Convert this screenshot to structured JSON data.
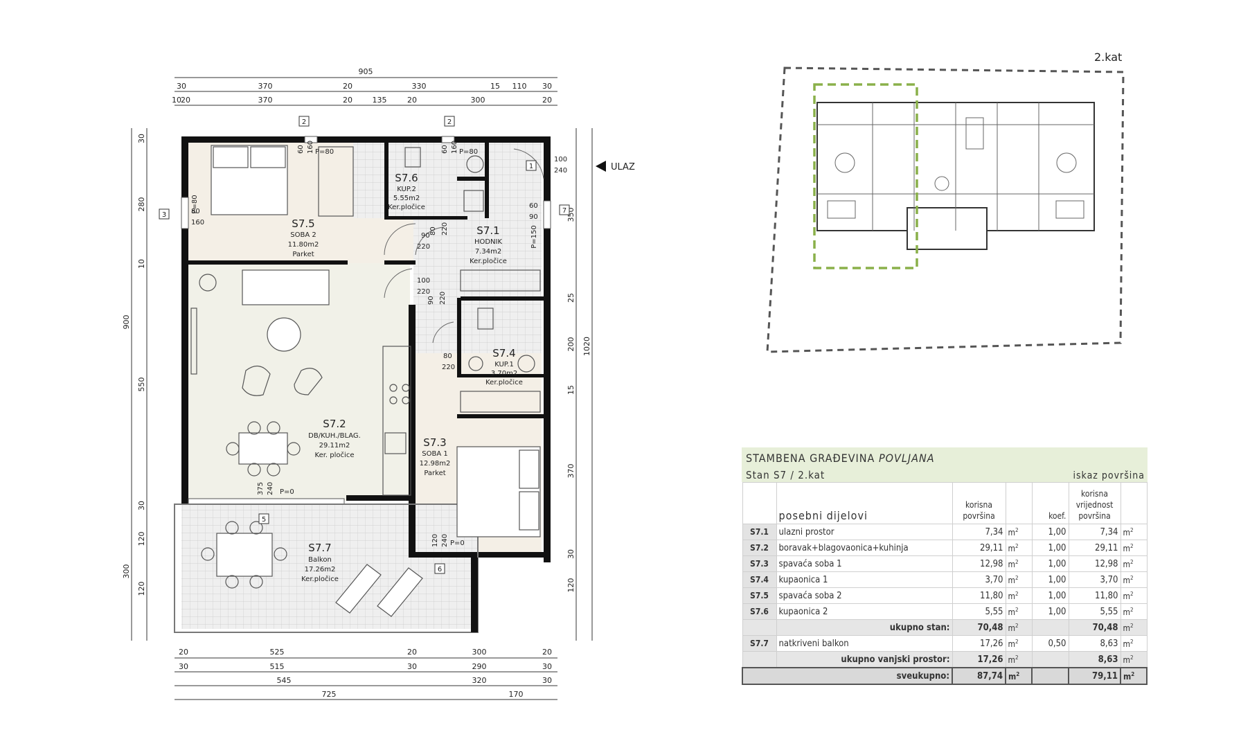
{
  "keyplan": {
    "floor_label": "2.kat"
  },
  "plan": {
    "entrance_label": "ULAZ",
    "rooms": [
      {
        "id": "S7.1",
        "name": "HODNIK",
        "area": "7.34m2",
        "finish": "Ker.pločice"
      },
      {
        "id": "S7.2",
        "name": "DB/KUH./BLAG.",
        "area": "29.11m2",
        "finish": "Ker. pločice"
      },
      {
        "id": "S7.3",
        "name": "SOBA 1",
        "area": "12.98m2",
        "finish": "Parket"
      },
      {
        "id": "S7.4",
        "name": "KUP.1",
        "area": "3.70m2",
        "finish": "Ker.pločice"
      },
      {
        "id": "S7.5",
        "name": "SOBA 2",
        "area": "11.80m2",
        "finish": "Parket"
      },
      {
        "id": "S7.6",
        "name": "KUP.2",
        "area": "5.55m2",
        "finish": "Ker.pločice"
      },
      {
        "id": "S7.7",
        "name": "Balkon",
        "area": "17.26m2",
        "finish": "Ker.pločice"
      }
    ],
    "window_tags": [
      "2",
      "2",
      "3",
      "7",
      "5",
      "6",
      "1"
    ],
    "openings": [
      {
        "w": "60",
        "h": "160",
        "p": "P=80"
      },
      {
        "w": "60",
        "h": "160",
        "p": "P=80"
      },
      {
        "w": "80",
        "h": "160",
        "p": "P=80"
      },
      {
        "w": "60",
        "h": "90",
        "p": "P=150"
      },
      {
        "w": "375",
        "h": "240",
        "p": "P=0"
      },
      {
        "w": "120",
        "h": "240",
        "p": "P=0"
      },
      {
        "w": "100",
        "h": "240",
        "p": ""
      }
    ],
    "door_dims": [
      {
        "w": "90",
        "h": "220"
      },
      {
        "w": "80",
        "h": "220"
      },
      {
        "w": "100",
        "h": "220"
      },
      {
        "w": "90",
        "h": "220"
      },
      {
        "w": "80",
        "h": "220"
      }
    ],
    "dims_top": {
      "total": "905",
      "row1": [
        "30",
        "370",
        "20",
        "330",
        "15",
        "110",
        "30"
      ],
      "row2": [
        "10",
        "20",
        "370",
        "20",
        "135",
        "20",
        "300",
        "20"
      ]
    },
    "dims_bottom": {
      "row1": [
        "20",
        "525",
        "20",
        "300",
        "20"
      ],
      "row2": [
        "30",
        "515",
        "30",
        "290",
        "30"
      ],
      "row3": [
        "545",
        "320",
        "30"
      ],
      "row4": [
        "725",
        "170"
      ]
    },
    "dims_left": {
      "total": "900",
      "total2": "300",
      "row": [
        "30",
        "280",
        "10",
        "550",
        "30",
        "120",
        "120"
      ]
    },
    "dims_right": {
      "total": "1020",
      "row": [
        "350",
        "25",
        "200",
        "15",
        "370",
        "30",
        "120"
      ]
    }
  },
  "area_table": {
    "title": "STAMBENA GRAĐEVINA",
    "title_italic": "POVLJANA",
    "subtitle": "Stan S7 / 2.kat",
    "iskaz": "iskaz površina",
    "col_pd": "posebni dijelovi",
    "col_korisna": "korisna",
    "col_povrsina": "površina",
    "col_koef": "koef.",
    "col_kv1": "korisna",
    "col_kv2": "vrijednost",
    "col_kv3": "površina",
    "unit": "m",
    "rows": [
      {
        "code": "S7.1",
        "name": "ulazni prostor",
        "area": "7,34",
        "koef": "1,00",
        "val": "7,34"
      },
      {
        "code": "S7.2",
        "name": "boravak+blagovaonica+kuhinja",
        "area": "29,11",
        "koef": "1,00",
        "val": "29,11"
      },
      {
        "code": "S7.3",
        "name": "spavaća soba 1",
        "area": "12,98",
        "koef": "1,00",
        "val": "12,98"
      },
      {
        "code": "S7.4",
        "name": "kupaonica 1",
        "area": "3,70",
        "koef": "1,00",
        "val": "3,70"
      },
      {
        "code": "S7.5",
        "name": "spavaća soba 2",
        "area": "11,80",
        "koef": "1,00",
        "val": "11,80"
      },
      {
        "code": "S7.6",
        "name": "kupaonica 2",
        "area": "5,55",
        "koef": "1,00",
        "val": "5,55"
      }
    ],
    "sum_stan": {
      "label": "ukupno stan:",
      "area": "70,48",
      "val": "70,48"
    },
    "balkon": {
      "code": "S7.7",
      "name": "natkriveni balkon",
      "area": "17,26",
      "koef": "0,50",
      "val": "8,63"
    },
    "sum_vanjski": {
      "label": "ukupno vanjski prostor:",
      "area": "17,26",
      "val": "8,63"
    },
    "total": {
      "label": "sveukupno:",
      "area": "87,74",
      "val": "79,11"
    }
  }
}
